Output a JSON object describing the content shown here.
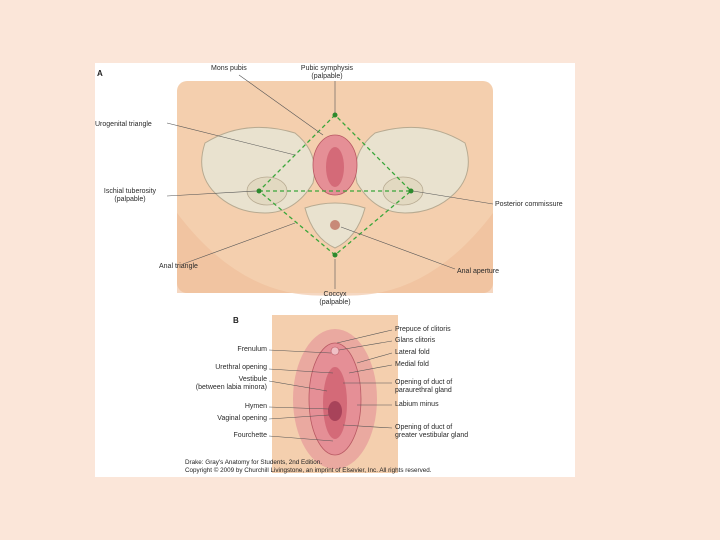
{
  "figure": {
    "panel_a": "A",
    "panel_b": "B",
    "labels_a": {
      "mons_pubis": "Mons pubis",
      "pubic_symphysis": "Pubic symphysis",
      "pubic_symphysis_note": "(palpable)",
      "urogenital_triangle": "Urogenital triangle",
      "ischial_tuberosity": "Ischial tuberosity",
      "ischial_tuberosity_note": "(palpable)",
      "posterior_commissure": "Posterior commissure",
      "anal_triangle": "Anal triangle",
      "anal_aperture": "Anal aperture",
      "coccyx": "Coccyx",
      "coccyx_note": "(palpable)"
    },
    "labels_b_left": {
      "frenulum": "Frenulum",
      "urethral_opening": "Urethral opening",
      "vestibule": "Vestibule",
      "vestibule_note": "(between labia minora)",
      "hymen": "Hymen",
      "vaginal_opening": "Vaginal opening",
      "fourchette": "Fourchette"
    },
    "labels_b_right": {
      "prepuce": "Prepuce of clitoris",
      "glans": "Glans clitoris",
      "lateral_fold": "Lateral fold",
      "medial_fold": "Medial fold",
      "paraurethral_1": "Opening of duct of",
      "paraurethral_2": "paraurethral gland",
      "labium_minus": "Labium minus",
      "vestibular_1": "Opening of duct of",
      "vestibular_2": "greater vestibular gland"
    },
    "credit_line_1": "Drake: Gray's Anatomy for Students, 2nd Edition.",
    "credit_line_2": "Copyright © 2009 by Churchill Livingstone, an imprint of Elsevier, Inc. All rights reserved."
  },
  "colors": {
    "background": "#fbe6d9",
    "skin": "#f4cfae",
    "bone": "#e9e2cf",
    "tissue": "#e58f96",
    "dashed_line": "#3aa63a"
  }
}
